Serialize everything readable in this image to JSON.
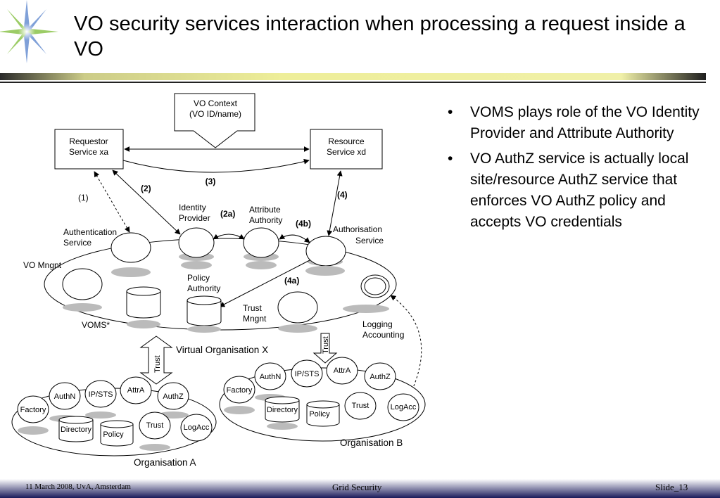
{
  "slide": {
    "title": "VO security services interaction when processing a request inside a VO",
    "bullets": [
      "VOMS plays role of the VO Identity Provider and Attribute Authority",
      "VO AuthZ service is actually local site/resource AuthZ service that enforces VO AuthZ policy and accepts VO credentials"
    ]
  },
  "diagram": {
    "vo_context": [
      "VO Context",
      "(VO ID/name)"
    ],
    "requestor": [
      "Requestor",
      "Service xa"
    ],
    "resource": [
      "Resource",
      "Service xd"
    ],
    "steps": {
      "s1": "(1)",
      "s2": "(2)",
      "s2a": "(2a)",
      "s3": "(3)",
      "s4": "(4)",
      "s4a": "(4a)",
      "s4b": "(4b)"
    },
    "authentication_service": [
      "Authentication",
      "Service"
    ],
    "identity_provider": [
      "Identity",
      "Provider"
    ],
    "attribute_authority": [
      "Attribute",
      "Authority"
    ],
    "authorisation_service": [
      "Authorisation",
      "Service"
    ],
    "vo_mngnt": "VO Mngnt",
    "policy_authority": [
      "Policy",
      "Authority"
    ],
    "trust_mngnt": [
      "Trust",
      "Mngnt"
    ],
    "voms": "VOMS*",
    "logging_accounting": [
      "Logging",
      "Accounting"
    ],
    "virtual_organisation": "Virtual Organisation X",
    "trust_label": "Trust",
    "org_a": {
      "name": "Organisation A",
      "authn": "AuthN",
      "ipsts": "IP/STS",
      "attra": "AttrA",
      "authz": "AuthZ",
      "factory": "Factory",
      "directory": "Directory",
      "policy": "Policy",
      "trust": "Trust",
      "logacc": "LogAcc"
    },
    "org_b": {
      "name": "Organisation B",
      "authn": "AuthN",
      "ipsts": "IP/STS",
      "attra": "AttrA",
      "authz": "AuthZ",
      "factory": "Factory",
      "directory": "Directory",
      "policy": "Policy",
      "trust": "Trust",
      "logacc": "LogAcc"
    }
  },
  "footer": {
    "date_place": "11 March 2008, UvA, Amsterdam",
    "topic": "Grid Security",
    "slide_number": "Slide_13"
  },
  "colors": {
    "title_bar_yellow": "#eeee99",
    "title_bar_dark": "#222222",
    "logo_blue": "#7fa0d8",
    "logo_green": "#9ccc66",
    "footer_navy": "#1a1a5a",
    "shadow_gray": "#bbbbbb"
  }
}
